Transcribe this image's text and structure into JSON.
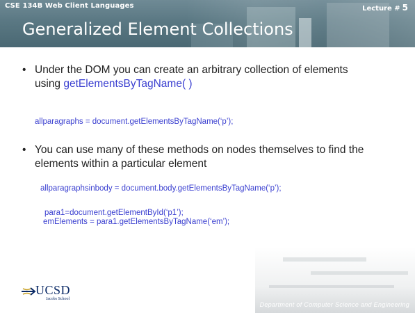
{
  "header": {
    "course": "CSE 134B  Web Client Languages",
    "lecture_label": "Lecture #",
    "lecture_number": "5",
    "title": "Generalized Element Collections"
  },
  "bullets": [
    {
      "marker": "•",
      "text_line1": "Under the DOM you can create an arbitrary collection of elements",
      "text_line2_prefix": "using ",
      "text_line2_code": "getElementsByTagName( )"
    },
    {
      "marker": "•",
      "text_line1": "You can use many of these methods on nodes themselves to find the",
      "text_line2": "elements within a particular element"
    }
  ],
  "code": {
    "line1": "allparagraphs = document.getElementsByTagName(‘p’);",
    "line2": "allparagraphsinbody = document.body.getElementsByTagName(‘p’);",
    "line3": "para1=document.getElementById(‘p1’);",
    "line4": "emElements = para1.getElementsByTagName(‘em’);"
  },
  "footer": {
    "logo_text": "UCSD",
    "logo_subtext": "Jacobs School",
    "department": "Department of Computer Science and Engineering"
  },
  "colors": {
    "header": "#5a7883",
    "code_blue": "#3a3fd0",
    "logo_navy": "#0b2a66"
  }
}
